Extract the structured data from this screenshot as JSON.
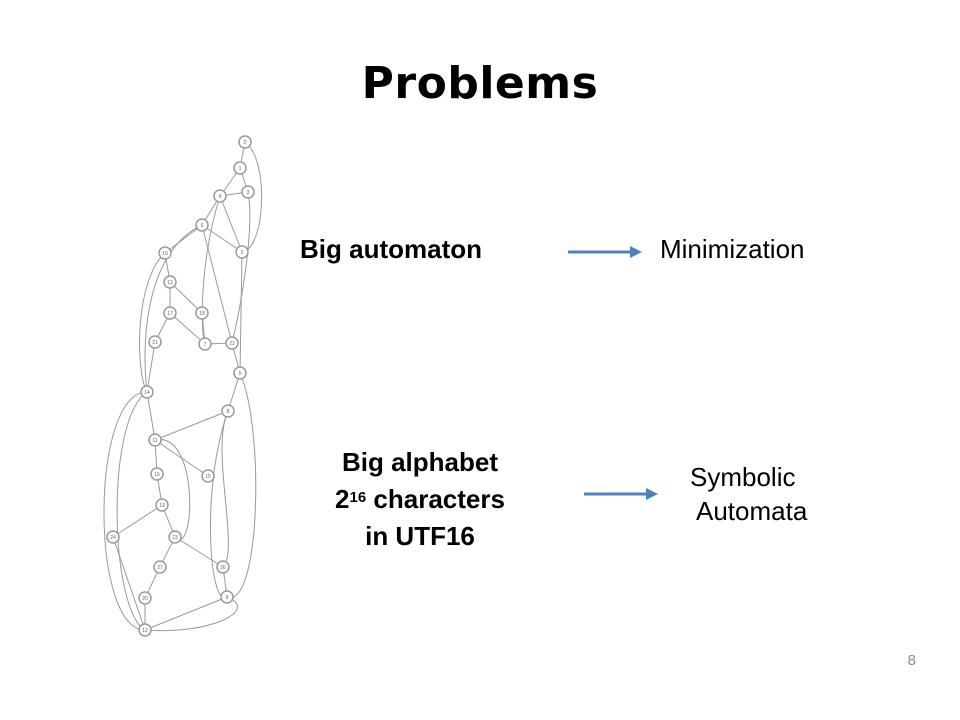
{
  "slide": {
    "title": "Problems",
    "page_number": "8"
  },
  "row1": {
    "left": "Big automaton",
    "right": "Minimization"
  },
  "row2": {
    "left_line1": "Big alphabet",
    "left_line2_base": "2",
    "left_line2_exp": "16",
    "left_line2_rest": " characters",
    "left_line3": "in UTF16",
    "right_line1": "Symbolic",
    "right_line2": "Automata"
  },
  "colors": {
    "arrow": "#4f81bd",
    "graph_stroke": "#9a9a9a"
  },
  "graph": {
    "state_labels": [
      "0",
      "1",
      "3",
      "4",
      "6",
      "2",
      "10",
      "13",
      "17",
      "18",
      "21",
      "7",
      "22",
      "5",
      "14",
      "8",
      "11",
      "16",
      "15",
      "19",
      "24",
      "23",
      "27",
      "26",
      "20",
      "9",
      "12"
    ]
  }
}
